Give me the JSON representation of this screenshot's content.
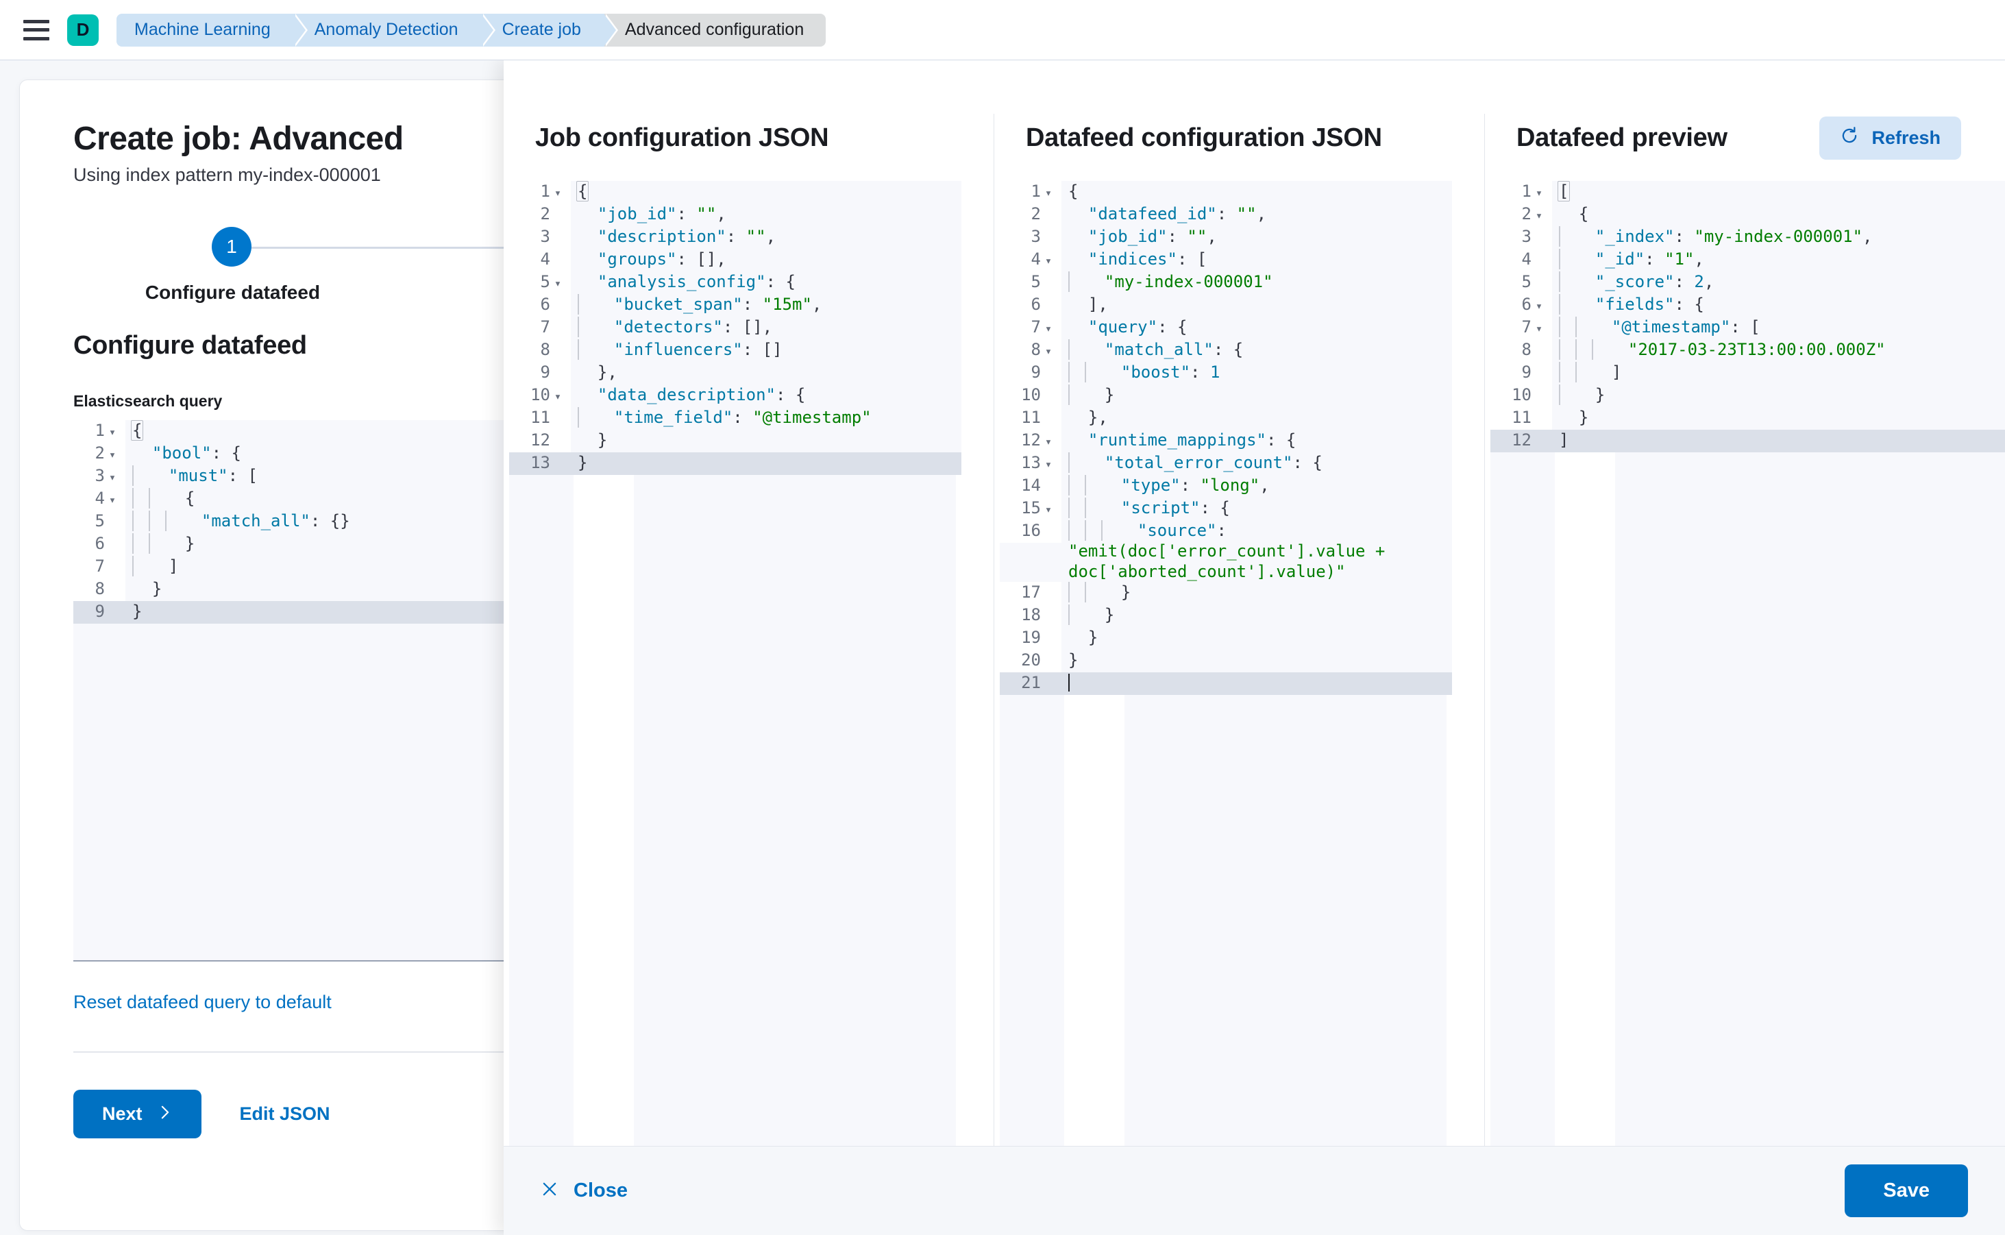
{
  "topbar": {
    "menu_icon": "hamburger-menu-icon",
    "space_avatar": "D",
    "breadcrumbs": [
      {
        "label": "Machine Learning",
        "active": false
      },
      {
        "label": "Anomaly Detection",
        "active": false
      },
      {
        "label": "Create job",
        "active": false
      },
      {
        "label": "Advanced configuration",
        "active": true
      }
    ]
  },
  "wizard": {
    "title": "Create job: Advanced",
    "subtitle": "Using index pattern my-index-000001",
    "step_number": "1",
    "step_label": "Configure datafeed",
    "section_heading": "Configure datafeed",
    "query_field_label": "Elasticsearch query",
    "reset_link": "Reset datafeed query to default",
    "next_button": "Next",
    "next_icon": "chevron-right-icon",
    "edit_json_button": "Edit JSON",
    "query_lines": [
      {
        "num": "1",
        "fold": true,
        "indent": 0,
        "active": false,
        "tokens": [
          {
            "t": "{",
            "c": "p",
            "brace": true
          }
        ]
      },
      {
        "num": "2",
        "fold": true,
        "indent": 0,
        "active": false,
        "tokens": [
          {
            "t": "  \"bool\"",
            "c": "k"
          },
          {
            "t": ": {",
            "c": "p"
          }
        ]
      },
      {
        "num": "3",
        "fold": true,
        "indent": 1,
        "active": false,
        "tokens": [
          {
            "t": "  \"must\"",
            "c": "k"
          },
          {
            "t": ": [",
            "c": "p"
          }
        ]
      },
      {
        "num": "4",
        "fold": true,
        "indent": 2,
        "active": false,
        "tokens": [
          {
            "t": "  {",
            "c": "p"
          }
        ]
      },
      {
        "num": "5",
        "fold": false,
        "indent": 3,
        "active": false,
        "tokens": [
          {
            "t": "  \"match_all\"",
            "c": "k"
          },
          {
            "t": ": {}",
            "c": "p"
          }
        ]
      },
      {
        "num": "6",
        "fold": false,
        "indent": 2,
        "active": false,
        "tokens": [
          {
            "t": "  }",
            "c": "p"
          }
        ]
      },
      {
        "num": "7",
        "fold": false,
        "indent": 1,
        "active": false,
        "tokens": [
          {
            "t": "  ]",
            "c": "p"
          }
        ]
      },
      {
        "num": "8",
        "fold": false,
        "indent": 0,
        "active": false,
        "tokens": [
          {
            "t": "  }",
            "c": "p"
          }
        ]
      },
      {
        "num": "9",
        "fold": false,
        "indent": 0,
        "active": true,
        "tokens": [
          {
            "t": "}",
            "c": "p"
          }
        ]
      }
    ]
  },
  "flyout": {
    "close_button": "Close",
    "close_icon": "close-x-icon",
    "save_button": "Save",
    "columns": [
      {
        "title": "Job configuration JSON",
        "has_refresh": false,
        "lines": [
          {
            "num": "1",
            "fold": true,
            "indent": 0,
            "active": false,
            "tokens": [
              {
                "t": "{",
                "c": "p",
                "brace": true
              }
            ]
          },
          {
            "num": "2",
            "fold": false,
            "indent": 0,
            "active": false,
            "tokens": [
              {
                "t": "  \"job_id\"",
                "c": "k"
              },
              {
                "t": ": ",
                "c": "p"
              },
              {
                "t": "\"\"",
                "c": "sg"
              },
              {
                "t": ",",
                "c": "p"
              }
            ]
          },
          {
            "num": "3",
            "fold": false,
            "indent": 0,
            "active": false,
            "tokens": [
              {
                "t": "  \"description\"",
                "c": "k"
              },
              {
                "t": ": ",
                "c": "p"
              },
              {
                "t": "\"\"",
                "c": "sg"
              },
              {
                "t": ",",
                "c": "p"
              }
            ]
          },
          {
            "num": "4",
            "fold": false,
            "indent": 0,
            "active": false,
            "tokens": [
              {
                "t": "  \"groups\"",
                "c": "k"
              },
              {
                "t": ": [],",
                "c": "p"
              }
            ]
          },
          {
            "num": "5",
            "fold": true,
            "indent": 0,
            "active": false,
            "tokens": [
              {
                "t": "  \"analysis_config\"",
                "c": "k"
              },
              {
                "t": ": {",
                "c": "p"
              }
            ]
          },
          {
            "num": "6",
            "fold": false,
            "indent": 1,
            "active": false,
            "tokens": [
              {
                "t": "  \"bucket_span\"",
                "c": "k"
              },
              {
                "t": ": ",
                "c": "p"
              },
              {
                "t": "\"15m\"",
                "c": "sg"
              },
              {
                "t": ",",
                "c": "p"
              }
            ]
          },
          {
            "num": "7",
            "fold": false,
            "indent": 1,
            "active": false,
            "tokens": [
              {
                "t": "  \"detectors\"",
                "c": "k"
              },
              {
                "t": ": [],",
                "c": "p"
              }
            ]
          },
          {
            "num": "8",
            "fold": false,
            "indent": 1,
            "active": false,
            "tokens": [
              {
                "t": "  \"influencers\"",
                "c": "k"
              },
              {
                "t": ": []",
                "c": "p"
              }
            ]
          },
          {
            "num": "9",
            "fold": false,
            "indent": 0,
            "active": false,
            "tokens": [
              {
                "t": "  },",
                "c": "p"
              }
            ]
          },
          {
            "num": "10",
            "fold": true,
            "indent": 0,
            "active": false,
            "tokens": [
              {
                "t": "  \"data_description\"",
                "c": "k"
              },
              {
                "t": ": {",
                "c": "p"
              }
            ]
          },
          {
            "num": "11",
            "fold": false,
            "indent": 1,
            "active": false,
            "tokens": [
              {
                "t": "  \"time_field\"",
                "c": "k"
              },
              {
                "t": ": ",
                "c": "p"
              },
              {
                "t": "\"@timestamp\"",
                "c": "sg"
              }
            ]
          },
          {
            "num": "12",
            "fold": false,
            "indent": 0,
            "active": false,
            "tokens": [
              {
                "t": "  }",
                "c": "p"
              }
            ]
          },
          {
            "num": "13",
            "fold": false,
            "indent": 0,
            "active": true,
            "tokens": [
              {
                "t": "}",
                "c": "p"
              }
            ]
          }
        ]
      },
      {
        "title": "Datafeed configuration JSON",
        "has_refresh": false,
        "lines": [
          {
            "num": "1",
            "fold": true,
            "indent": 0,
            "active": false,
            "tokens": [
              {
                "t": "{",
                "c": "p"
              }
            ]
          },
          {
            "num": "2",
            "fold": false,
            "indent": 0,
            "active": false,
            "tokens": [
              {
                "t": "  \"datafeed_id\"",
                "c": "k"
              },
              {
                "t": ": ",
                "c": "p"
              },
              {
                "t": "\"\"",
                "c": "sg"
              },
              {
                "t": ",",
                "c": "p"
              }
            ]
          },
          {
            "num": "3",
            "fold": false,
            "indent": 0,
            "active": false,
            "tokens": [
              {
                "t": "  \"job_id\"",
                "c": "k"
              },
              {
                "t": ": ",
                "c": "p"
              },
              {
                "t": "\"\"",
                "c": "sg"
              },
              {
                "t": ",",
                "c": "p"
              }
            ]
          },
          {
            "num": "4",
            "fold": true,
            "indent": 0,
            "active": false,
            "tokens": [
              {
                "t": "  \"indices\"",
                "c": "k"
              },
              {
                "t": ": [",
                "c": "p"
              }
            ]
          },
          {
            "num": "5",
            "fold": false,
            "indent": 1,
            "active": false,
            "tokens": [
              {
                "t": "  ",
                "c": "p"
              },
              {
                "t": "\"my-index-000001\"",
                "c": "sg"
              }
            ]
          },
          {
            "num": "6",
            "fold": false,
            "indent": 0,
            "active": false,
            "tokens": [
              {
                "t": "  ],",
                "c": "p"
              }
            ]
          },
          {
            "num": "7",
            "fold": true,
            "indent": 0,
            "active": false,
            "tokens": [
              {
                "t": "  \"query\"",
                "c": "k"
              },
              {
                "t": ": {",
                "c": "p"
              }
            ]
          },
          {
            "num": "8",
            "fold": true,
            "indent": 1,
            "active": false,
            "tokens": [
              {
                "t": "  \"match_all\"",
                "c": "k"
              },
              {
                "t": ": {",
                "c": "p"
              }
            ]
          },
          {
            "num": "9",
            "fold": false,
            "indent": 2,
            "active": false,
            "tokens": [
              {
                "t": "  \"boost\"",
                "c": "k"
              },
              {
                "t": ": ",
                "c": "p"
              },
              {
                "t": "1",
                "c": "n"
              }
            ]
          },
          {
            "num": "10",
            "fold": false,
            "indent": 1,
            "active": false,
            "tokens": [
              {
                "t": "  }",
                "c": "p"
              }
            ]
          },
          {
            "num": "11",
            "fold": false,
            "indent": 0,
            "active": false,
            "tokens": [
              {
                "t": "  },",
                "c": "p"
              }
            ]
          },
          {
            "num": "12",
            "fold": true,
            "indent": 0,
            "active": false,
            "tokens": [
              {
                "t": "  \"runtime_mappings\"",
                "c": "k"
              },
              {
                "t": ": {",
                "c": "p"
              }
            ]
          },
          {
            "num": "13",
            "fold": true,
            "indent": 1,
            "active": false,
            "tokens": [
              {
                "t": "  \"total_error_count\"",
                "c": "k"
              },
              {
                "t": ": {",
                "c": "p"
              }
            ]
          },
          {
            "num": "14",
            "fold": false,
            "indent": 2,
            "active": false,
            "tokens": [
              {
                "t": "  \"type\"",
                "c": "k"
              },
              {
                "t": ": ",
                "c": "p"
              },
              {
                "t": "\"long\"",
                "c": "sg"
              },
              {
                "t": ",",
                "c": "p"
              }
            ]
          },
          {
            "num": "15",
            "fold": true,
            "indent": 2,
            "active": false,
            "tokens": [
              {
                "t": "  \"script\"",
                "c": "k"
              },
              {
                "t": ": {",
                "c": "p"
              }
            ]
          },
          {
            "num": "16",
            "fold": false,
            "indent": 3,
            "active": false,
            "wrap": true,
            "tokens": [
              {
                "t": "  \"source\"",
                "c": "k"
              },
              {
                "t": ": ",
                "c": "p"
              },
              {
                "t": "\"emit(doc['error_count'].value + doc['aborted_count'].value)\"",
                "c": "sg"
              }
            ]
          },
          {
            "num": "17",
            "fold": false,
            "indent": 2,
            "active": false,
            "tokens": [
              {
                "t": "  }",
                "c": "p"
              }
            ]
          },
          {
            "num": "18",
            "fold": false,
            "indent": 1,
            "active": false,
            "tokens": [
              {
                "t": "  }",
                "c": "p"
              }
            ]
          },
          {
            "num": "19",
            "fold": false,
            "indent": 0,
            "active": false,
            "tokens": [
              {
                "t": "  }",
                "c": "p"
              }
            ]
          },
          {
            "num": "20",
            "fold": false,
            "indent": 0,
            "active": false,
            "tokens": [
              {
                "t": "}",
                "c": "p"
              }
            ]
          },
          {
            "num": "21",
            "fold": false,
            "indent": 0,
            "active": true,
            "caret": true,
            "tokens": []
          }
        ]
      },
      {
        "title": "Datafeed preview",
        "has_refresh": true,
        "refresh_label": "Refresh",
        "refresh_icon": "refresh-icon",
        "lines": [
          {
            "num": "1",
            "fold": true,
            "indent": 0,
            "active": false,
            "tokens": [
              {
                "t": "[",
                "c": "p",
                "brace": true
              }
            ]
          },
          {
            "num": "2",
            "fold": true,
            "indent": 0,
            "active": false,
            "tokens": [
              {
                "t": "  {",
                "c": "p"
              }
            ]
          },
          {
            "num": "3",
            "fold": false,
            "indent": 1,
            "active": false,
            "tokens": [
              {
                "t": "  \"_index\"",
                "c": "k"
              },
              {
                "t": ": ",
                "c": "p"
              },
              {
                "t": "\"my-index-000001\"",
                "c": "sg"
              },
              {
                "t": ",",
                "c": "p"
              }
            ]
          },
          {
            "num": "4",
            "fold": false,
            "indent": 1,
            "active": false,
            "tokens": [
              {
                "t": "  \"_id\"",
                "c": "k"
              },
              {
                "t": ": ",
                "c": "p"
              },
              {
                "t": "\"1\"",
                "c": "sg"
              },
              {
                "t": ",",
                "c": "p"
              }
            ]
          },
          {
            "num": "5",
            "fold": false,
            "indent": 1,
            "active": false,
            "tokens": [
              {
                "t": "  \"_score\"",
                "c": "k"
              },
              {
                "t": ": ",
                "c": "p"
              },
              {
                "t": "2",
                "c": "n"
              },
              {
                "t": ",",
                "c": "p"
              }
            ]
          },
          {
            "num": "6",
            "fold": true,
            "indent": 1,
            "active": false,
            "tokens": [
              {
                "t": "  \"fields\"",
                "c": "k"
              },
              {
                "t": ": {",
                "c": "p"
              }
            ]
          },
          {
            "num": "7",
            "fold": true,
            "indent": 2,
            "active": false,
            "tokens": [
              {
                "t": "  \"@timestamp\"",
                "c": "k"
              },
              {
                "t": ": [",
                "c": "p"
              }
            ]
          },
          {
            "num": "8",
            "fold": false,
            "indent": 3,
            "active": false,
            "tokens": [
              {
                "t": "  ",
                "c": "p"
              },
              {
                "t": "\"2017-03-23T13:00:00.000Z\"",
                "c": "sg"
              }
            ]
          },
          {
            "num": "9",
            "fold": false,
            "indent": 2,
            "active": false,
            "tokens": [
              {
                "t": "  ]",
                "c": "p"
              }
            ]
          },
          {
            "num": "10",
            "fold": false,
            "indent": 1,
            "active": false,
            "tokens": [
              {
                "t": "  }",
                "c": "p"
              }
            ]
          },
          {
            "num": "11",
            "fold": false,
            "indent": 0,
            "active": false,
            "tokens": [
              {
                "t": "  }",
                "c": "p"
              }
            ]
          },
          {
            "num": "12",
            "fold": false,
            "indent": 0,
            "active": true,
            "tokens": [
              {
                "t": "]",
                "c": "p"
              }
            ]
          }
        ]
      }
    ]
  },
  "colors": {
    "accent_blue": "#0071c2",
    "space_teal": "#00bfb3",
    "crumb_blue_bg": "#cfe3f5",
    "crumb_active_bg": "#dcdedf",
    "editor_bg": "#f7f8fc",
    "active_line": "#dbe0e9",
    "string_green": "#017d00",
    "key_blue": "#0079a5"
  }
}
